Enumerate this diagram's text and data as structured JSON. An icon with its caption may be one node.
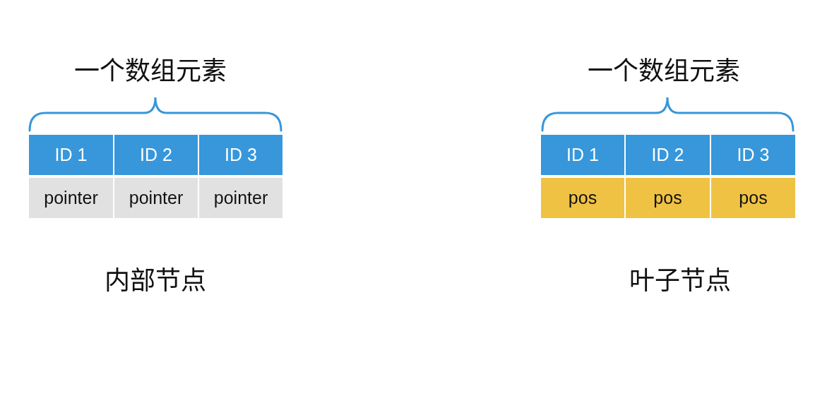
{
  "diagram": {
    "nodes": [
      {
        "text": [
          "ID 1"
        ]
      },
      {
        "text": [
          "ID 2"
        ]
      },
      {
        "text": [
          "ID 3"
        ]
      },
      {
        "text": [
          "pointer"
        ]
      },
      {
        "text": [
          "pointer"
        ]
      },
      {
        "text": [
          "pointer"
        ]
      },
      {
        "text": [
          "ID 1"
        ]
      },
      {
        "text": [
          "ID 2"
        ]
      },
      {
        "text": [
          "ID 3"
        ]
      },
      {
        "text": [
          "pos"
        ]
      },
      {
        "text": [
          "pos"
        ]
      },
      {
        "text": [
          "pos"
        ]
      }
    ],
    "labels": [
      "一个数组元素",
      "一个数组元素",
      "内部节点",
      "叶子节点"
    ]
  }
}
